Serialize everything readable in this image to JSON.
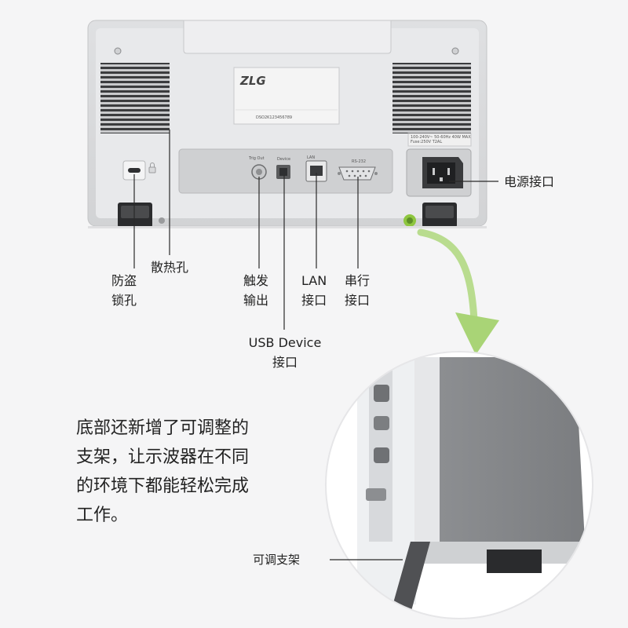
{
  "device_labels": {
    "panel_serial": "DSO2K123456789",
    "brand_mark": "ZLG",
    "trig_out": "Trig Out",
    "usb_device": "Device",
    "lan": "LAN",
    "rs232": "RS-232",
    "power_spec": "100-240V~ 50-60Hz 40W MAX\nFuse:250V T2AL"
  },
  "callouts": {
    "power": "电源接口",
    "heat_vent": "散热孔",
    "anti_theft_lines": [
      "防盗",
      "锁孔"
    ],
    "trigger_lines": [
      "触发",
      "输出"
    ],
    "lan_lines": [
      "LAN",
      "接口"
    ],
    "serial_lines": [
      "串行",
      "接口"
    ],
    "usb_lines": [
      "USB Device",
      "接口"
    ],
    "stand": "可调支架"
  },
  "description_lines": [
    "底部还新增了可调整的",
    "支架，让示波器在不同",
    "的环境下都能轻松完成",
    "工作。"
  ],
  "colors": {
    "accent_green": "#8ec63f",
    "callout_line": "#2a2a2a",
    "case_light": "#e3e4e6",
    "panel_dark": "#cfd0d2"
  }
}
